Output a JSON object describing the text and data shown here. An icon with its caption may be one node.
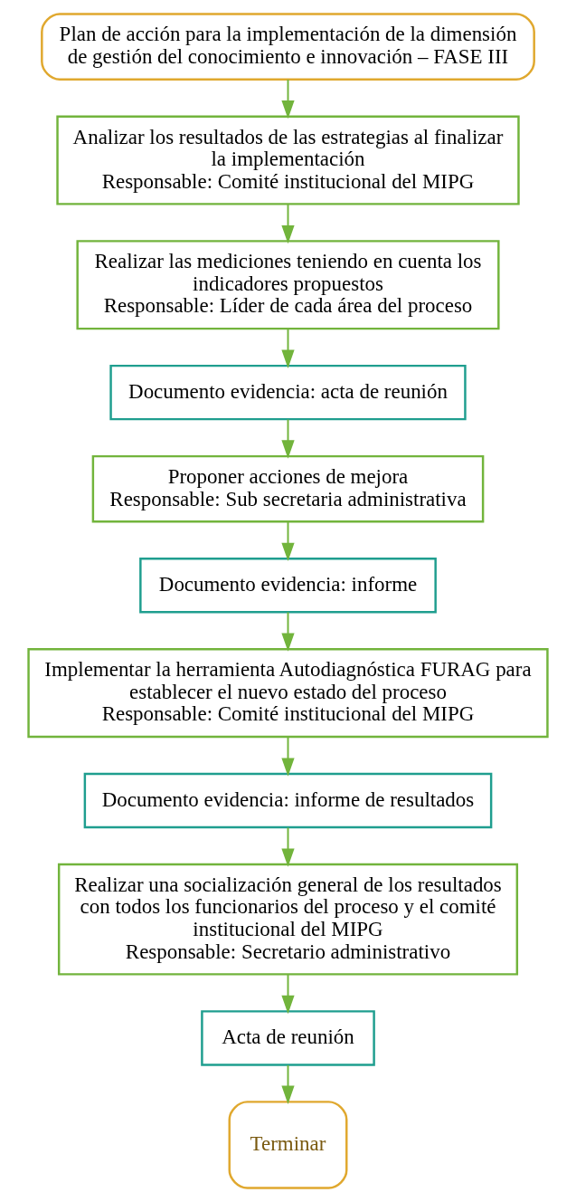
{
  "diagram": {
    "nodes": [
      {
        "text": [
          "Plan de acción para la implementación de la dimensión de gestión del conocimiento e innovación – FASE III"
        ]
      },
      {
        "text": [
          "Analizar los resultados de las estrategias al finalizar la implementación",
          "Responsable: Comité institucional del MIPG"
        ]
      },
      {
        "text": [
          "Realizar las mediciones teniendo en cuenta los indicadores propuestos",
          "Responsable: Líder de cada área del proceso"
        ]
      },
      {
        "text": [
          "Documento evidencia: acta de reunión"
        ]
      },
      {
        "text": [
          "Proponer acciones de mejora",
          "Responsable: Sub secretaria administrativa"
        ]
      },
      {
        "text": [
          "Documento evidencia: informe"
        ]
      },
      {
        "text": [
          "Implementar la herramienta Autodiagnóstica FURAG para establecer el nuevo estado del proceso",
          "Responsable: Comité institucional del MIPG"
        ]
      },
      {
        "text": [
          "Documento evidencia: informe de resultados"
        ]
      },
      {
        "text": [
          "Realizar una socialización general de los resultados con todos los funcionarios del proceso y el comité institucional del MIPG",
          "Responsable: Secretario administrativo"
        ]
      },
      {
        "text": [
          "Acta de reunión"
        ]
      },
      {
        "text": [
          "Terminar"
        ]
      }
    ],
    "edges": [
      {
        "from": 0,
        "to": 1,
        "arrow": "to"
      },
      {
        "from": 1,
        "to": 2,
        "arrow": "to"
      },
      {
        "from": 2,
        "to": 3,
        "arrow": "to"
      },
      {
        "from": 3,
        "to": 4,
        "arrow": "to"
      },
      {
        "from": 4,
        "to": 5,
        "arrow": "to"
      },
      {
        "from": 5,
        "to": 6,
        "arrow": "to"
      },
      {
        "from": 6,
        "to": 7,
        "arrow": "to"
      },
      {
        "from": 7,
        "to": 8,
        "arrow": "to"
      },
      {
        "from": 8,
        "to": 9,
        "arrow": "to"
      },
      {
        "from": 9,
        "to": 10,
        "arrow": "to"
      }
    ]
  }
}
